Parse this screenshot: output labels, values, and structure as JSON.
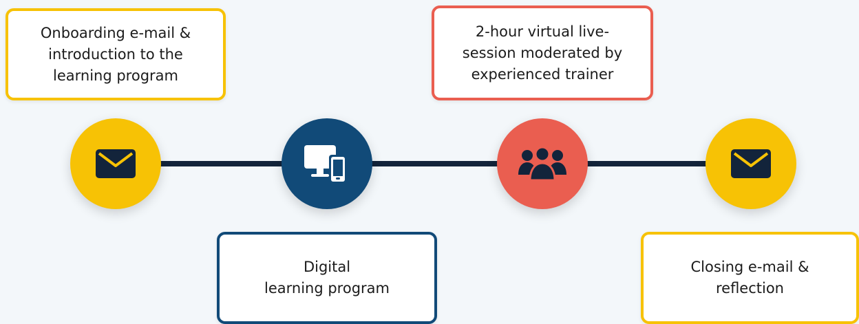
{
  "colors": {
    "line": "#13243b",
    "yellow": "#f7c205",
    "blue": "#114a78",
    "red": "#ea5e50",
    "icon_dark": "#13243b",
    "icon_white": "#ffffff"
  },
  "steps": [
    {
      "id": "onboarding",
      "label": "Onboarding e-mail &\nintroduction to the\nlearning program",
      "icon": "envelope-icon",
      "color": "#f7c205"
    },
    {
      "id": "digital",
      "label": "Digital\nlearning program",
      "icon": "devices-icon",
      "color": "#114a78"
    },
    {
      "id": "live-session",
      "label": "2-hour virtual live-\nsession moderated by\nexperienced trainer",
      "icon": "group-icon",
      "color": "#ea5e50"
    },
    {
      "id": "closing",
      "label": "Closing e-mail &\nreflection",
      "icon": "envelope-icon",
      "color": "#f7c205"
    }
  ]
}
